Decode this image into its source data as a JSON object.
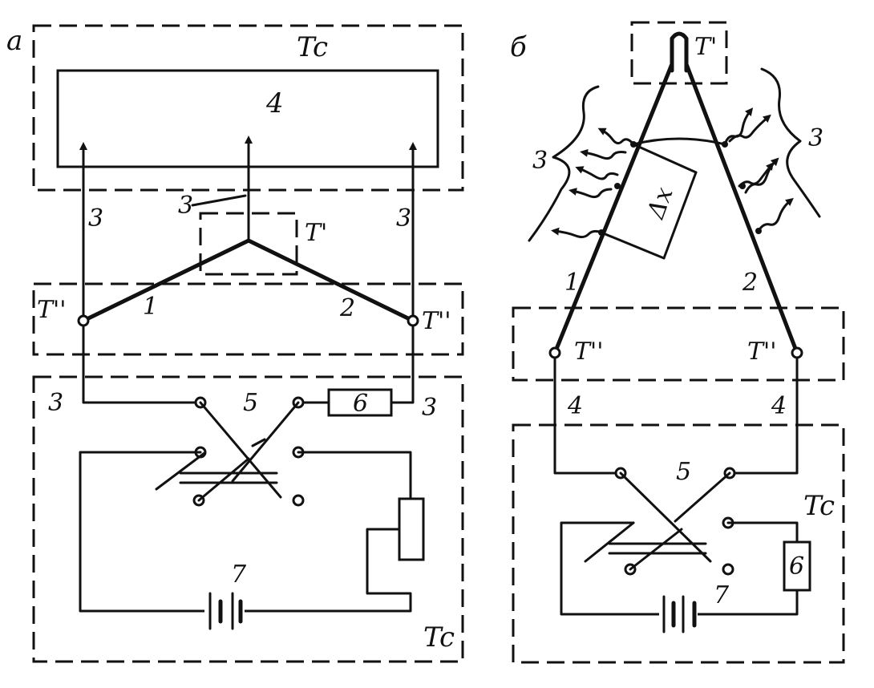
{
  "panel_a": {
    "letter": "a",
    "Tc_top": "Tc",
    "Tc_bottom": "Tc",
    "T_prime": "T'",
    "T_double_left": "T''",
    "T_double_right": "T''",
    "n1": "1",
    "n2": "2",
    "n3_left": "3",
    "n3_mid": "3",
    "n3_right": "3",
    "n3_bl": "3",
    "n3_br": "3",
    "n4": "4",
    "n5": "5",
    "n6": "6",
    "n7": "7"
  },
  "panel_b": {
    "letter": "б",
    "T_prime": "T'",
    "T_double_left": "T''",
    "T_double_right": "T''",
    "Tc": "Tc",
    "n1": "1",
    "n2": "2",
    "n3_left": "3",
    "n3_right": "3",
    "n4_left": "4",
    "n4_right": "4",
    "n5": "5",
    "n6": "6",
    "n7": "7",
    "delta_x": "Δx"
  }
}
